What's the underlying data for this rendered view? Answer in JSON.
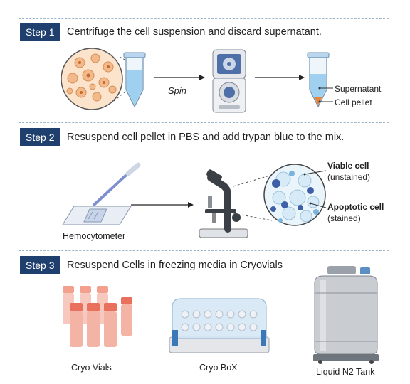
{
  "step1": {
    "badge": "Step 1",
    "text": "Centrifuge the cell suspension and discard supernatant.",
    "spin_label": "Spin",
    "supernatant_label": "Supernatant",
    "pellet_label": "Cell pellet"
  },
  "step2": {
    "badge": "Step 2",
    "text": "Resuspend cell pellet in PBS and add trypan blue to the mix.",
    "hemocytometer_label": "Hemocytometer",
    "viable_title": "Viable cell",
    "viable_sub": "(unstained)",
    "apoptotic_title": "Apoptotic cell",
    "apoptotic_sub": "(stained)"
  },
  "step3": {
    "badge": "Step 3",
    "text": "Resuspend Cells in freezing media in Cryovials",
    "vials_label": "Cryo Vials",
    "box_label": "Cryo BoX",
    "tank_label": "Liquid N2 Tank"
  },
  "colors": {
    "badge": "#1f3f6e",
    "dash": "#9fb6c9",
    "cell_orange": "#f2b98a",
    "tube_blue": "#cfe6f5",
    "stain_blue": "#3d5fa8",
    "vial_red": "#e8705c"
  }
}
